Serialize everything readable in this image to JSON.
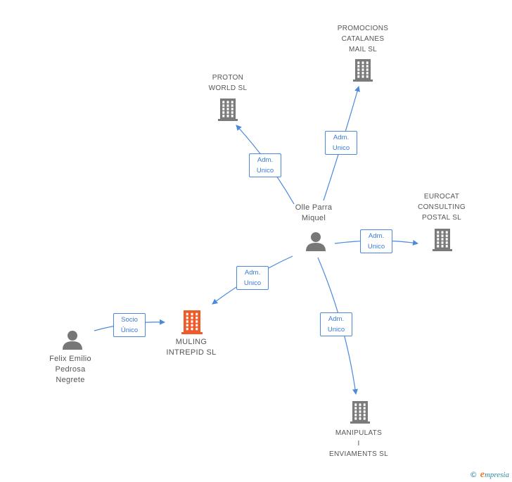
{
  "nodes": {
    "olle": {
      "lines": [
        "Olle Parra",
        "Miquel"
      ],
      "icon": "person-icon"
    },
    "felix": {
      "lines": [
        "Felix Emilio",
        "Pedrosa",
        "Negrete"
      ],
      "icon": "person-icon"
    },
    "muling": {
      "lines": [
        "MULING",
        "INTREPID SL"
      ],
      "icon": "building-icon"
    },
    "proton": {
      "lines": [
        "PROTON",
        "WORLD SL"
      ],
      "icon": "building-icon"
    },
    "promocions": {
      "lines": [
        "PROMOCIONS",
        "CATALANES",
        "MAIL SL"
      ],
      "icon": "building-icon"
    },
    "eurocat": {
      "lines": [
        "EUROCAT",
        "CONSULTING",
        "POSTAL SL"
      ],
      "icon": "building-icon"
    },
    "manipulats": {
      "lines": [
        "MANIPULATS",
        "I",
        "ENVIAMENTS SL"
      ],
      "icon": "building-icon"
    }
  },
  "edges": {
    "proton": [
      "Adm.",
      "Unico"
    ],
    "promocions": [
      "Adm.",
      "Unico"
    ],
    "eurocat": [
      "Adm.",
      "Unico"
    ],
    "muling": [
      "Adm.",
      "Unico"
    ],
    "manipulats": [
      "Adm.",
      "Unico"
    ],
    "felix": [
      "Socio",
      "Único"
    ]
  },
  "footer": {
    "copyright": "©",
    "brand_initial": "e",
    "brand_rest": "mpresia"
  },
  "colors": {
    "edge": "#4a89dc",
    "company": "#7a7a7a",
    "main_company": "#f05a28",
    "person": "#777777"
  }
}
